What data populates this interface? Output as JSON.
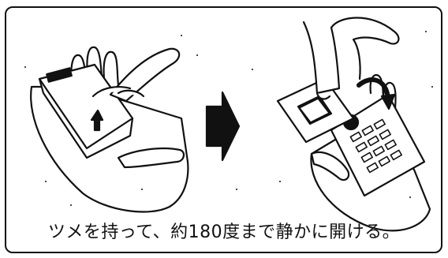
{
  "caption": "ツメを持って、約180度まで静かに開ける。",
  "colors": {
    "ink": "#111111",
    "paper": "#ffffff"
  },
  "icons": [
    "hand-holding-closed-phone",
    "arrow-right-icon",
    "hand-opening-phone",
    "rotation-arrow-icon"
  ]
}
